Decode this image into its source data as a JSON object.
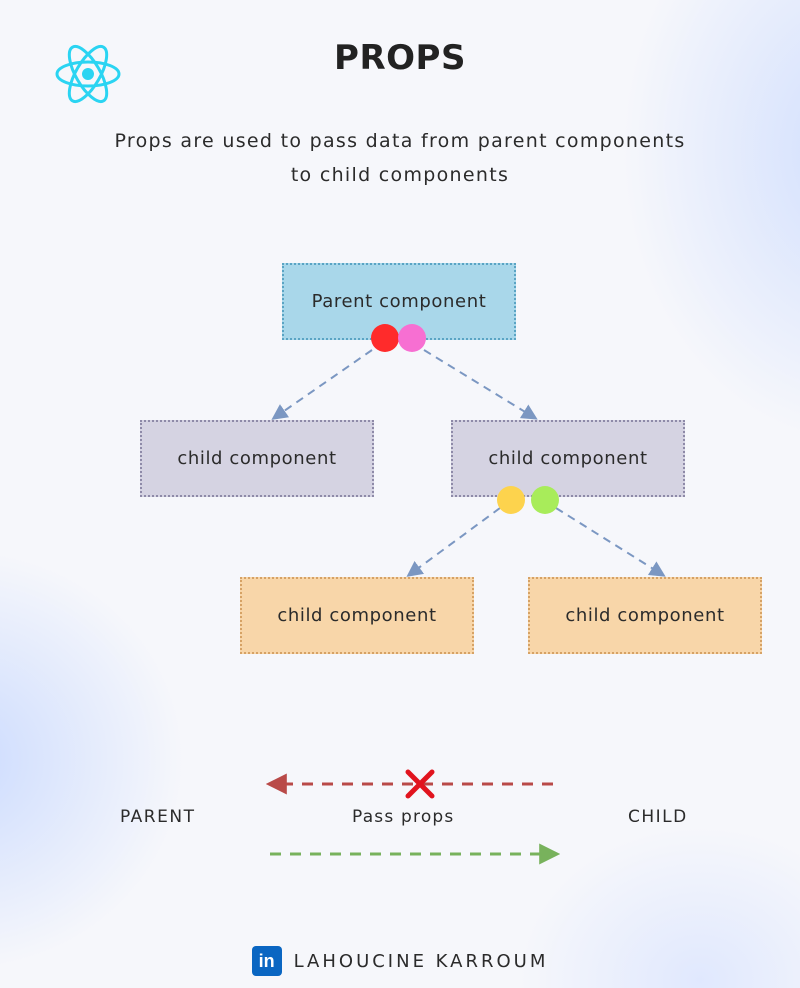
{
  "header": {
    "title": "PROPS",
    "subtitle": "Props are used to pass data from parent components to child components"
  },
  "diagram": {
    "parent_label": "Parent component",
    "child_left_label": "child component",
    "child_right_label": "child component",
    "grandchild_left_label": "child component",
    "grandchild_right_label": "child component"
  },
  "legend": {
    "parent_label": "PARENT",
    "center_label": "Pass props",
    "child_label": "CHILD"
  },
  "colors": {
    "react_blue": "#2ad4f2",
    "dot_red": "#ff2b2b",
    "dot_pink": "#f76fd2",
    "dot_yellow": "#fdd34d",
    "dot_green": "#a8ec5a",
    "arrow_blue": "#7b97c2",
    "arrow_red": "#b94a48",
    "arrow_green": "#78b25c",
    "linkedin_blue": "#0a66c2"
  },
  "footer": {
    "linkedin_icon_text": "in",
    "author": "LAHOUCINE KARROUM"
  }
}
